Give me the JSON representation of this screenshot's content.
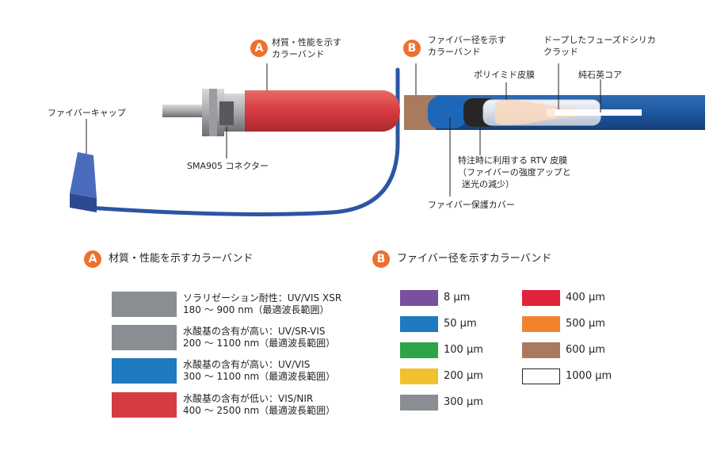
{
  "callouts": {
    "a_badge": "A",
    "a_text_1": "材質・性能を示す",
    "a_text_2": "カラーバンド",
    "b_badge": "B",
    "b_text_1": "ファイバー径を示す",
    "b_text_2": "カラーバンド",
    "doped_1": "ドープしたフューズドシリカ",
    "doped_2": "クラッド",
    "polyimide": "ポリイミド皮膜",
    "core": "純石英コア",
    "fiber_cap": "ファイバーキャップ",
    "sma": "SMA905 コネクター",
    "rtv_1": "特注時に利用する RTV 皮膜",
    "rtv_2": "（ファイバーの強度アップと",
    "rtv_3": "迷光の減少）",
    "jacket": "ファイバー保護カバー"
  },
  "section_a": {
    "badge": "A",
    "title": "材質・性能を示すカラーバンド",
    "items": [
      {
        "color": "#8a8d91",
        "line1": "ソラリゼーション耐性：UV/VIS XSR",
        "line2": "180 ～ 900 nm（最適波長範囲）"
      },
      {
        "color": "#8a8d91",
        "line1": "水酸基の含有が高い：UV/SR-VIS",
        "line2": "200 ～ 1100 nm（最適波長範囲）"
      },
      {
        "color": "#1f7ac0",
        "line1": "水酸基の含有が高い：UV/VIS",
        "line2": "300 ～ 1100 nm（最適波長範囲）"
      },
      {
        "color": "#d63b3f",
        "line1": "水酸基の含有が低い：VIS/NIR",
        "line2": "400 ～ 2500 nm（最適波長範囲）"
      }
    ]
  },
  "section_b": {
    "badge": "B",
    "title": "ファイバー径を示すカラーバンド",
    "left": [
      {
        "color": "#7a4f9e",
        "label": "8 µm"
      },
      {
        "color": "#1f7ac0",
        "label": "50 µm"
      },
      {
        "color": "#2ea34a",
        "label": "100 µm"
      },
      {
        "color": "#f2c12e",
        "label": "200 µm"
      },
      {
        "color": "#8a8d91",
        "label": "300 µm"
      }
    ],
    "right": [
      {
        "color": "#e0243b",
        "label": "400 µm"
      },
      {
        "color": "#f0842e",
        "label": "500 µm"
      },
      {
        "color": "#a87a5e",
        "label": "600 µm"
      },
      {
        "color": "#ffffff",
        "label": "1000 µm"
      }
    ]
  }
}
